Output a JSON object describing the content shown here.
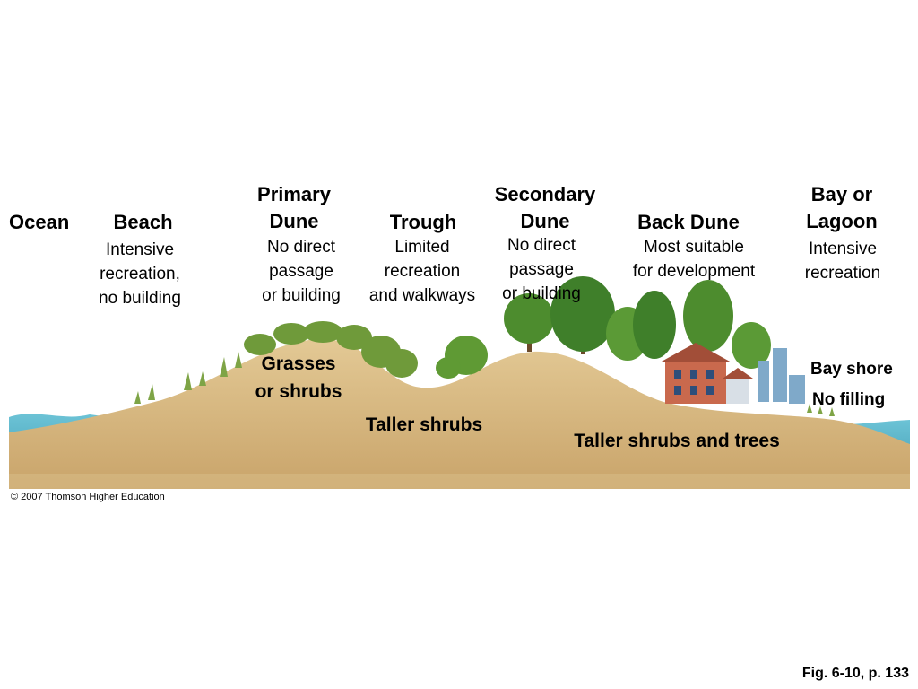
{
  "zones": {
    "ocean": {
      "title": "Ocean"
    },
    "beach": {
      "title": "Beach",
      "desc": [
        "Intensive",
        "recreation,",
        "no building"
      ]
    },
    "primary_dune": {
      "title": [
        "Primary",
        "Dune"
      ],
      "desc": [
        "No direct",
        "passage",
        "or building"
      ]
    },
    "trough": {
      "title": "Trough",
      "desc": [
        "Limited",
        "recreation",
        "and walkways"
      ]
    },
    "secondary_dune": {
      "title": [
        "Secondary",
        "Dune"
      ],
      "desc": [
        "No direct",
        "passage",
        "or building"
      ]
    },
    "back_dune": {
      "title": "Back Dune",
      "desc": [
        "Most suitable",
        "for development"
      ]
    },
    "bay_lagoon": {
      "title": [
        "Bay or",
        "Lagoon"
      ],
      "desc": [
        "Intensive",
        "recreation"
      ]
    }
  },
  "vegetation": {
    "grasses": [
      "Grasses",
      "or shrubs"
    ],
    "taller_shrubs": "Taller shrubs",
    "taller_shrubs_trees": "Taller shrubs and trees"
  },
  "bay_shore": {
    "label": "Bay shore",
    "rule": "No filling"
  },
  "copyright": "© 2007 Thomson Higher Education",
  "figure_ref": "Fig. 6-10, p. 133",
  "colors": {
    "sand": "#dcc08a",
    "sand_dark": "#c9a46a",
    "water": "#4fb0c6",
    "grass": "#6f9a3a",
    "tree": "#3f7f2a",
    "house": "#c9694d",
    "city": "#7fa9c9"
  }
}
